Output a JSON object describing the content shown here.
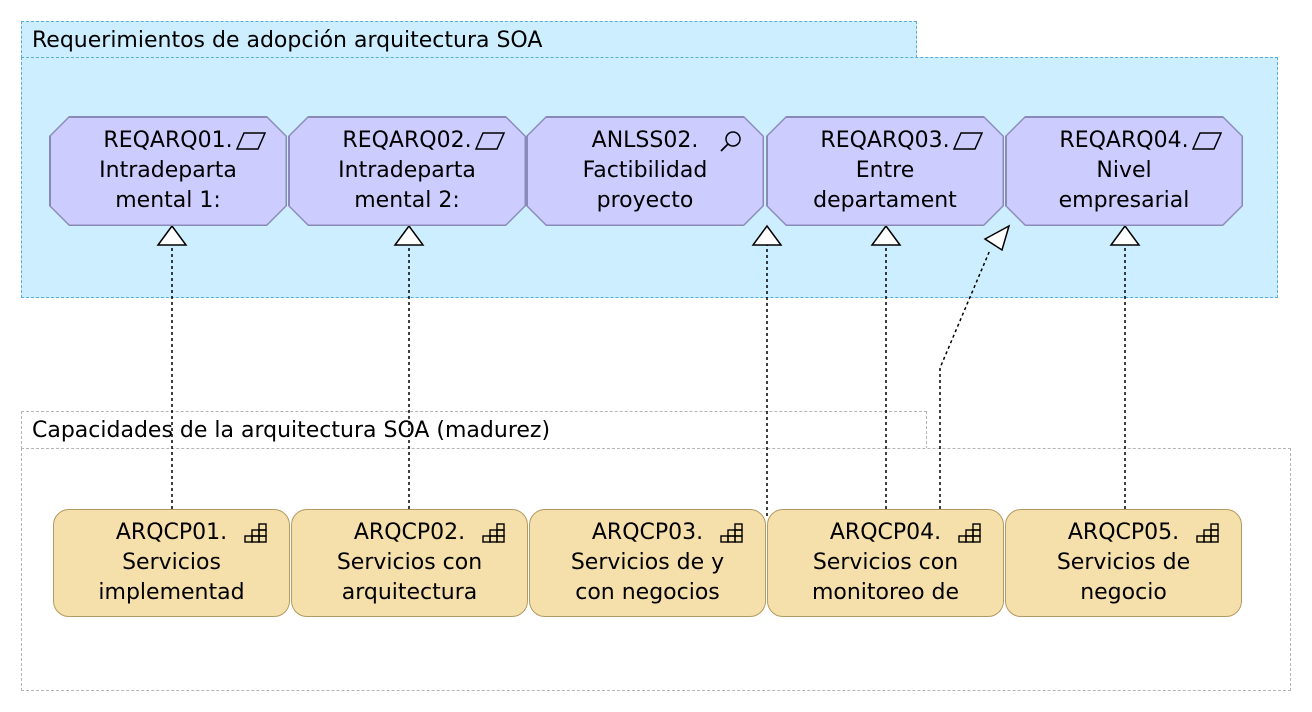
{
  "groups": {
    "requirements": {
      "title": "Requerimientos de adopción arquitectura SOA"
    },
    "capabilities": {
      "title": "Capacidades de la arquitectura SOA (madurez)"
    }
  },
  "requirements": [
    {
      "id": "REQARQ01.",
      "lines": [
        "Intradeparta",
        "mental 1:"
      ],
      "icon": "parallelogram-icon"
    },
    {
      "id": "REQARQ02.",
      "lines": [
        "Intradeparta",
        "mental 2:"
      ],
      "icon": "parallelogram-icon"
    },
    {
      "id": "ANLSS02.",
      "lines": [
        "Factibilidad",
        "proyecto"
      ],
      "icon": "magnifier-icon"
    },
    {
      "id": "REQARQ03.",
      "lines": [
        "Entre",
        "departament"
      ],
      "icon": "parallelogram-icon"
    },
    {
      "id": "REQARQ04.",
      "lines": [
        "Nivel",
        "empresarial"
      ],
      "icon": "parallelogram-icon"
    }
  ],
  "capabilities": [
    {
      "id": "ARQCP01.",
      "lines": [
        "Servicios",
        "implementad"
      ],
      "icon": "capability-icon"
    },
    {
      "id": "ARQCP02.",
      "lines": [
        "Servicios con",
        "arquitectura"
      ],
      "icon": "capability-icon"
    },
    {
      "id": "ARQCP03.",
      "lines": [
        "Servicios de y",
        "con negocios"
      ],
      "icon": "capability-icon"
    },
    {
      "id": "ARQCP04.",
      "lines": [
        "Servicios con",
        "monitoreo de"
      ],
      "icon": "capability-icon"
    },
    {
      "id": "ARQCP05.",
      "lines": [
        "Servicios de",
        "negocio"
      ],
      "icon": "capability-icon"
    }
  ],
  "colors": {
    "requirement_group_fill": "#cdeefe",
    "requirement_fill": "#ccccff",
    "capability_fill": "#f5dfaa"
  }
}
